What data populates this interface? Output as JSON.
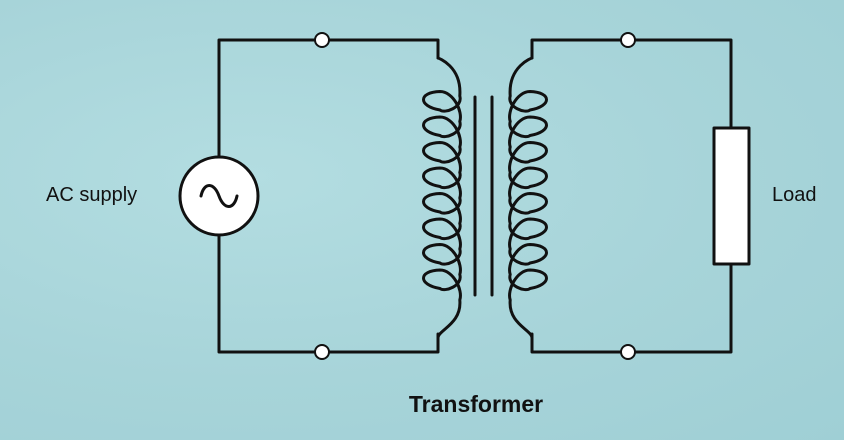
{
  "diagram": {
    "caption": "Transformer",
    "labels": {
      "source": "AC supply",
      "load": "Load"
    },
    "components": {
      "source": "ac-voltage-source",
      "load": "resistor",
      "core": "iron-core",
      "primary_winding": "primary-coil",
      "secondary_winding": "secondary-coil",
      "terminals": 4
    },
    "colors": {
      "background": "#a9d6db",
      "lines": "#111111",
      "terminal_fill": "#ffffff"
    }
  }
}
